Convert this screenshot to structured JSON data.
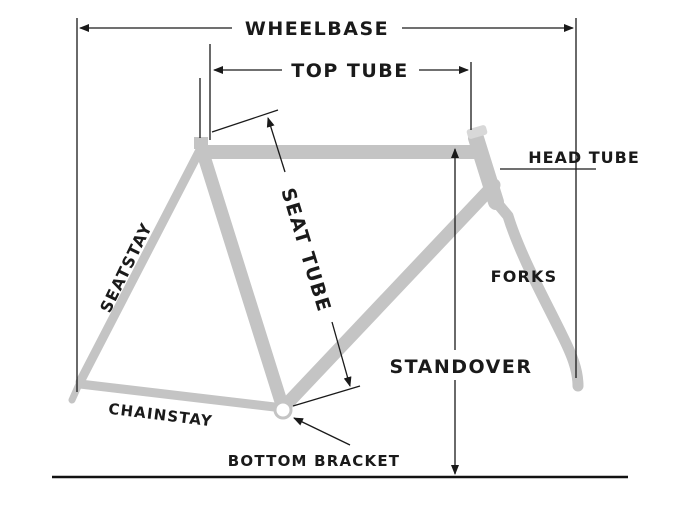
{
  "diagram": {
    "labels": {
      "wheelbase": "WHEELBASE",
      "top_tube": "TOP TUBE",
      "head_tube": "HEAD TUBE",
      "seat_tube": "SEAT TUBE",
      "seatstay": "SEATSTAY",
      "forks": "FORKS",
      "standover": "STANDOVER",
      "chainstay": "CHAINSTAY",
      "bottom_bracket": "BOTTOM BRACKET"
    },
    "colors": {
      "frame": "#c4c4c4",
      "frame_edge": "#b3b3b3",
      "ink": "#1a1a1a",
      "ground": "#111111"
    }
  }
}
